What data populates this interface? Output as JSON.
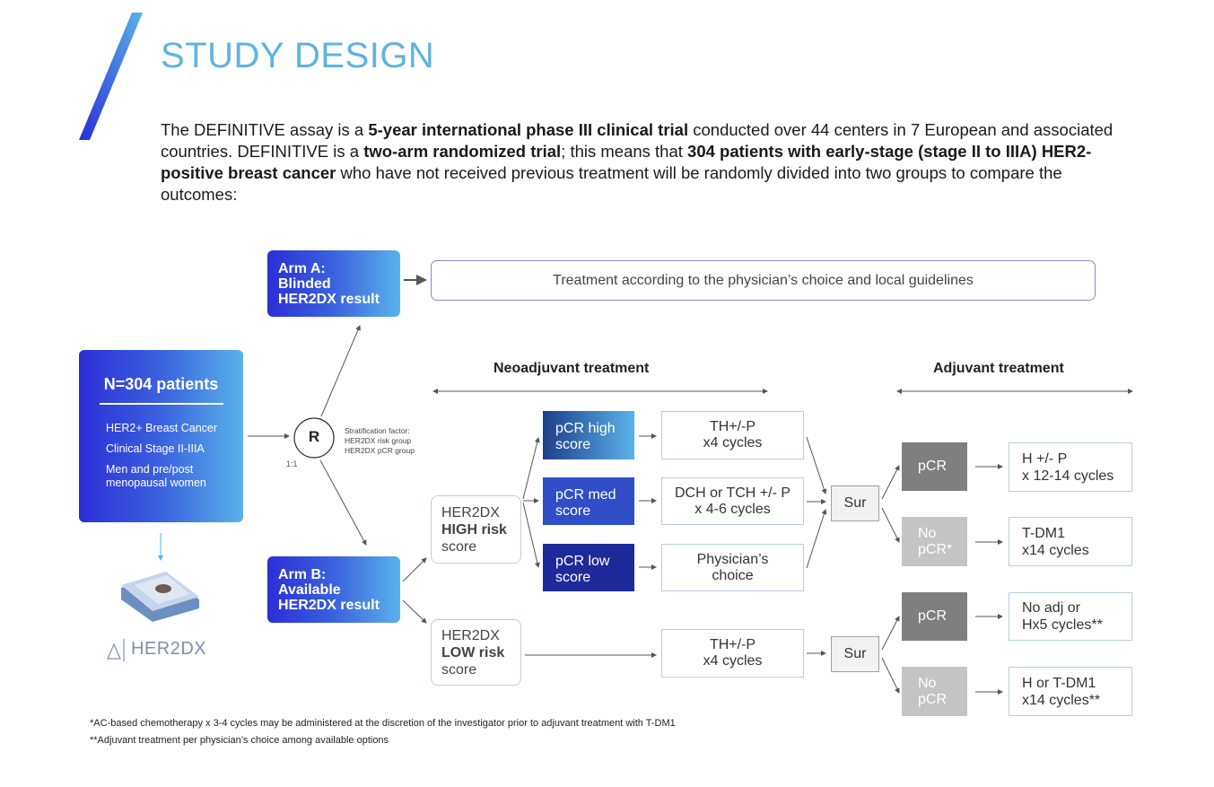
{
  "header": {
    "title": "STUDY DESIGN"
  },
  "intro": {
    "p1": "The DEFINITIVE assay is a ",
    "b1": "5-year international phase III clinical trial",
    "p2": " conducted over 44 centers in 7 European and associated countries. DEFINITIVE is a ",
    "b2": "two-arm randomized trial",
    "p3": "; this means that ",
    "b3": "304 patients with early-stage (stage II to IIIA) HER2-positive breast cancer",
    "p4": " who have not received previous treatment will be randomly divided into two groups to compare the outcomes:"
  },
  "population": {
    "title": "N=304 patients",
    "items": [
      "HER2+ Breast Cancer",
      "Clinical Stage II-IIIA",
      "Men and pre/post menopausal women"
    ],
    "logo": "HER2DX"
  },
  "randomization": {
    "symbol": "R",
    "ratio": "1:1",
    "strat": [
      "Stratification factor:",
      "HER2DX risk group",
      "HER2DX pCR group"
    ]
  },
  "armA": {
    "l1": "Arm A:",
    "l2": "Blinded",
    "l3": "HER2DX result",
    "treatment": "Treatment according to the physician’s choice and local guidelines"
  },
  "armB": {
    "l1": "Arm B:",
    "l2": "Available",
    "l3": "HER2DX result"
  },
  "headers": {
    "neo": "Neoadjuvant treatment",
    "adj": "Adjuvant treatment"
  },
  "risk": {
    "high": {
      "l1": "HER2DX",
      "l2": "HIGH risk",
      "l3": "score"
    },
    "low": {
      "l1": "HER2DX",
      "l2": "LOW risk",
      "l3": "score"
    }
  },
  "pcr_scores": [
    {
      "l1": "pCR high",
      "l2": "score"
    },
    {
      "l1": "pCR med",
      "l2": "score"
    },
    {
      "l1": "pCR low",
      "l2": "score"
    }
  ],
  "neo_treat": [
    {
      "l1": "TH+/-P",
      "l2": "x4 cycles"
    },
    {
      "l1": "DCH or TCH +/- P",
      "l2": "x 4-6 cycles"
    },
    {
      "l1": "Physician’s",
      "l2": "choice"
    },
    {
      "l1": "TH+/-P",
      "l2": "x4 cycles"
    }
  ],
  "surgery": "Sur",
  "outcomes": [
    {
      "l1": "pCR",
      "l2": ""
    },
    {
      "l1": "No",
      "l2": "pCR*"
    },
    {
      "l1": "pCR",
      "l2": ""
    },
    {
      "l1": "No",
      "l2": "pCR"
    }
  ],
  "adjuvant": [
    {
      "l1": "H +/- P",
      "l2": "x 12-14 cycles"
    },
    {
      "l1": "T-DM1",
      "l2": "x14 cycles"
    },
    {
      "l1": "No adj or",
      "l2": "Hx5 cycles**"
    },
    {
      "l1": "H or T-DM1",
      "l2": "x14 cycles**"
    }
  ],
  "footnotes": [
    "*AC-based chemotherapy x 3-4 cycles may be administered at the discretion of the investigator prior to adjuvant treatment with T-DM1",
    "**Adjuvant treatment per physician’s choice among available options"
  ],
  "colors": {
    "title": "#5fb3e2",
    "pcr_high": "#3a7fd0",
    "pcr_med": "#2f4ec8",
    "pcr_low": "#1e2a9a",
    "dark_grey": "#7f7f7f",
    "light_grey": "#c4c4c4"
  }
}
